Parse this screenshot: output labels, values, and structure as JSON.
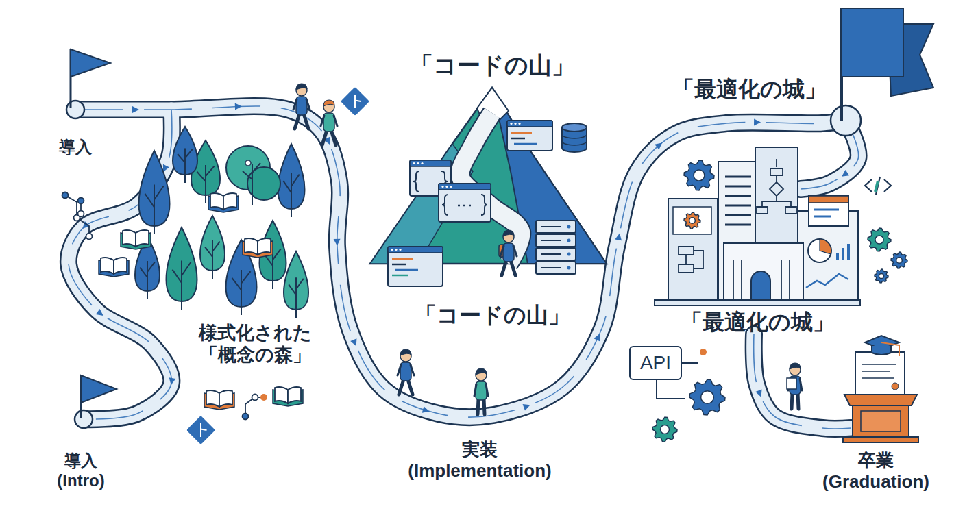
{
  "diagram": {
    "nodes": [
      {
        "text": [
          "API"
        ]
      }
    ],
    "labels": [
      "導入",
      "「コードの山」",
      "「最適化の城」",
      "様式化された 「概念の森」",
      "「コードの山」",
      "「最適化の城」",
      "導入 (Intro)",
      "実装 (Implementation)",
      "卒業 (Graduation)"
    ]
  }
}
